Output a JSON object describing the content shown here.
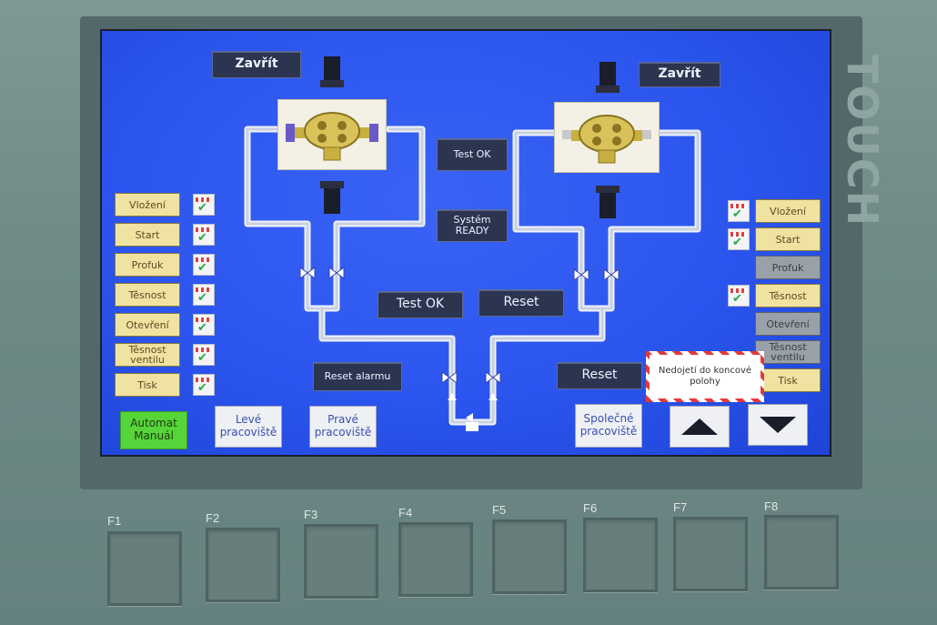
{
  "panel": {
    "brand_vertical": "TOUCH"
  },
  "left_station": {
    "close_button": "Zavřít",
    "status_items": [
      {
        "label": "Vložení",
        "state": "active"
      },
      {
        "label": "Start",
        "state": "active"
      },
      {
        "label": "Profuk",
        "state": "active"
      },
      {
        "label": "Těsnost",
        "state": "active"
      },
      {
        "label": "Otevření",
        "state": "active"
      },
      {
        "label": "Těsnost ventilu",
        "state": "active"
      },
      {
        "label": "Tisk",
        "state": "active"
      }
    ]
  },
  "right_station": {
    "close_button": "Zavřít",
    "status_items": [
      {
        "label": "Vložení",
        "state": "active",
        "check": true
      },
      {
        "label": "Start",
        "state": "active",
        "check": true
      },
      {
        "label": "Profuk",
        "state": "inactive",
        "check": false
      },
      {
        "label": "Těsnost",
        "state": "active",
        "check": true
      },
      {
        "label": "Otevření",
        "state": "inactive",
        "check": false
      },
      {
        "label": "Těsnost ventilu",
        "state": "inactive",
        "check": false
      },
      {
        "label": "Tisk",
        "state": "active",
        "check": false
      }
    ],
    "warning": "Nedojetí do koncové polohy"
  },
  "center": {
    "test_ok_indicator": "Test OK",
    "system_ready_indicator": "Systém READY",
    "test_ok_button": "Test OK",
    "reset_button": "Reset",
    "reset_alarm_button": "Reset alarmu",
    "reset_right_button": "Reset"
  },
  "bottom_bar": {
    "mode_button": "Automat Manuál",
    "left_station_button": "Levé pracoviště",
    "right_station_button": "Pravé pracoviště",
    "shared_station_button": "Společné pracoviště",
    "up_icon": "triangle-up-icon",
    "down_icon": "triangle-down-icon"
  },
  "function_keys": [
    "F1",
    "F2",
    "F3",
    "F4",
    "F5",
    "F6",
    "F7",
    "F8"
  ],
  "colors": {
    "screen_blue": "#2b55ee",
    "status_yellow": "#f0e3a2",
    "status_gray": "#9aa0a8",
    "mode_green": "#56d43a",
    "dark_button": "#2c3550",
    "warning_red": "#e23a3a"
  }
}
